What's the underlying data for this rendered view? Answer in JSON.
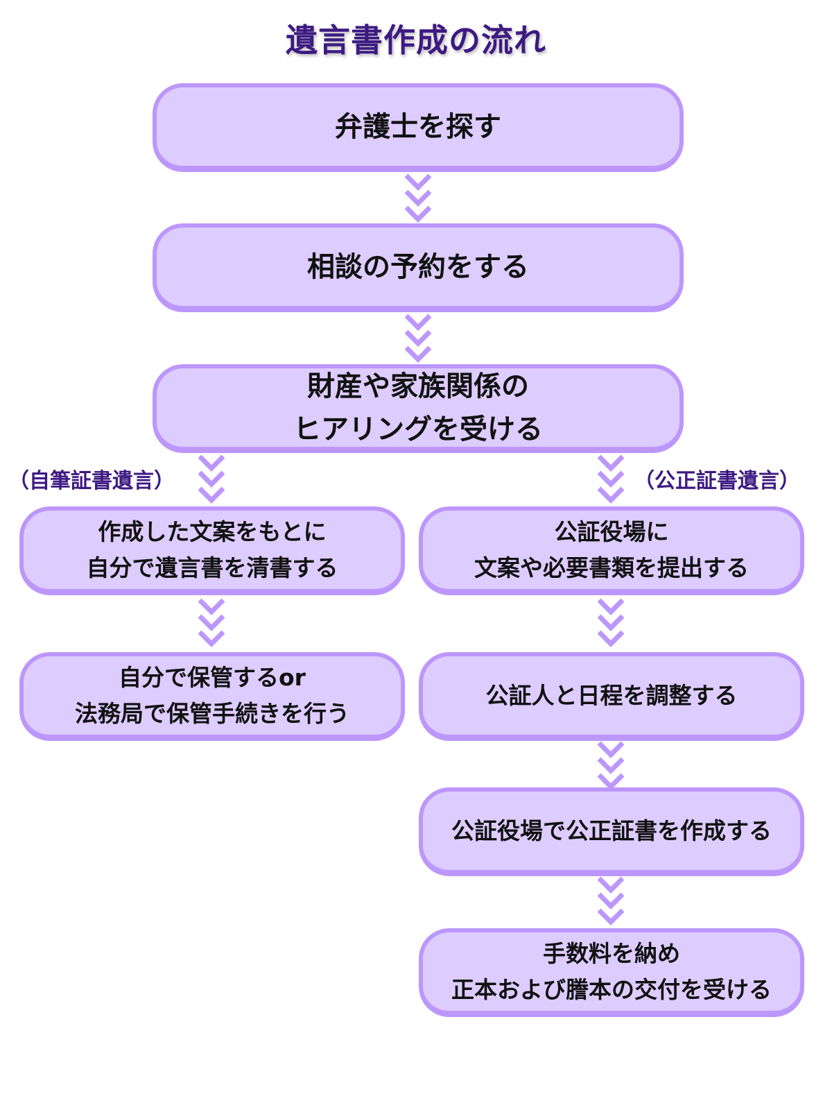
{
  "title": "遺言書作成の流れ",
  "colors": {
    "title": "#3d1a82",
    "box_fill": "#ddccfe",
    "box_border": "#bc97fb",
    "arrow": "#bc97fb",
    "text": "#111111"
  },
  "common_steps": [
    {
      "text": "弁護士を探す"
    },
    {
      "text": "相談の予約をする"
    },
    {
      "text": "財産や家族関係の\nヒアリングを受ける"
    }
  ],
  "branches": {
    "holographic": {
      "label": "（自筆証書遺言）",
      "steps": [
        {
          "text": "作成した文案をもとに\n自分で遺言書を清書する"
        },
        {
          "text": "自分で保管するor\n法務局で保管手続きを行う"
        }
      ]
    },
    "notarial": {
      "label": "（公正証書遺言）",
      "steps": [
        {
          "text": "公証役場に\n文案や必要書類を提出する"
        },
        {
          "text": "公証人と日程を調整する"
        },
        {
          "text": "公証役場で公正証書を作成する"
        },
        {
          "text": "手数料を納め\n正本および謄本の交付を受ける"
        }
      ]
    }
  },
  "arrow_icon": "triple-chevron-down-icon"
}
